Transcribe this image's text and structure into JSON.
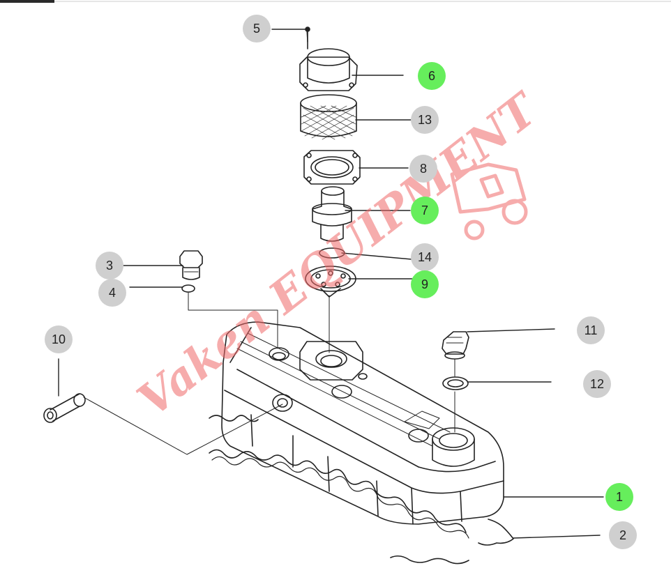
{
  "callouts": [
    {
      "id": "5",
      "label": "5",
      "highlight": false
    },
    {
      "id": "6",
      "label": "6",
      "highlight": true
    },
    {
      "id": "13",
      "label": "13",
      "highlight": false
    },
    {
      "id": "8",
      "label": "8",
      "highlight": false
    },
    {
      "id": "7",
      "label": "7",
      "highlight": true
    },
    {
      "id": "14",
      "label": "14",
      "highlight": false
    },
    {
      "id": "9",
      "label": "9",
      "highlight": true
    },
    {
      "id": "3",
      "label": "3",
      "highlight": false
    },
    {
      "id": "4",
      "label": "4",
      "highlight": false
    },
    {
      "id": "10",
      "label": "10",
      "highlight": false
    },
    {
      "id": "11",
      "label": "11",
      "highlight": false
    },
    {
      "id": "12",
      "label": "12",
      "highlight": false
    },
    {
      "id": "1",
      "label": "1",
      "highlight": true
    },
    {
      "id": "2",
      "label": "2",
      "highlight": false
    }
  ],
  "colors": {
    "highlight": "#66ee5c",
    "normal": "#cfcfcf",
    "line": "#222222",
    "watermark": "#f06a6a"
  },
  "watermark": {
    "text": "Vaken EQUIPMENT"
  }
}
